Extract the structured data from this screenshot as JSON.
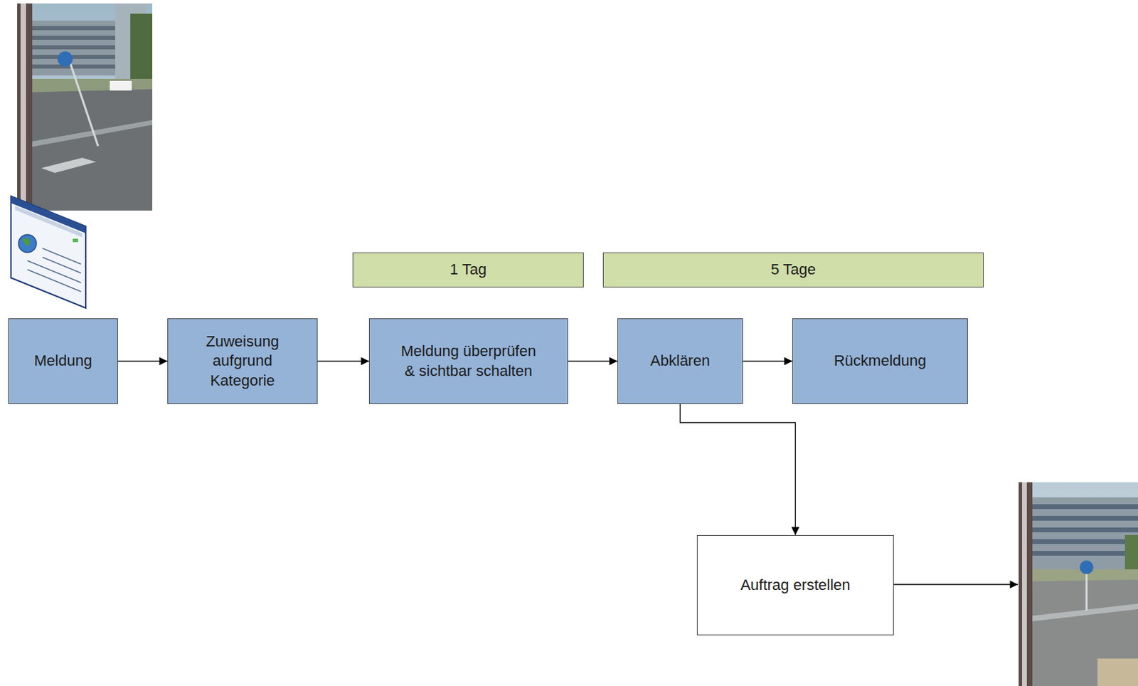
{
  "diagram": {
    "nodes": [
      {
        "text": [
          "1 Tag"
        ]
      },
      {
        "text": [
          "5 Tage"
        ]
      },
      {
        "text": [
          "Meldung"
        ]
      },
      {
        "text": [
          "Zuweisung aufgrund Kategorie"
        ]
      },
      {
        "text": [
          "Meldung überprüfen & sichtbar schalten"
        ]
      },
      {
        "text": [
          "Abklären"
        ]
      },
      {
        "text": [
          "Rückmeldung"
        ]
      },
      {
        "text": [
          "Auftrag erstellen"
        ]
      }
    ],
    "edges": [
      {
        "from": 2,
        "to": 3,
        "arrow": "to"
      },
      {
        "from": 3,
        "to": 4,
        "arrow": "to"
      },
      {
        "from": 4,
        "to": 5,
        "arrow": "to"
      },
      {
        "from": 5,
        "to": 6,
        "arrow": "to"
      },
      {
        "from": 5,
        "to": 7,
        "arrow": "to"
      }
    ]
  }
}
